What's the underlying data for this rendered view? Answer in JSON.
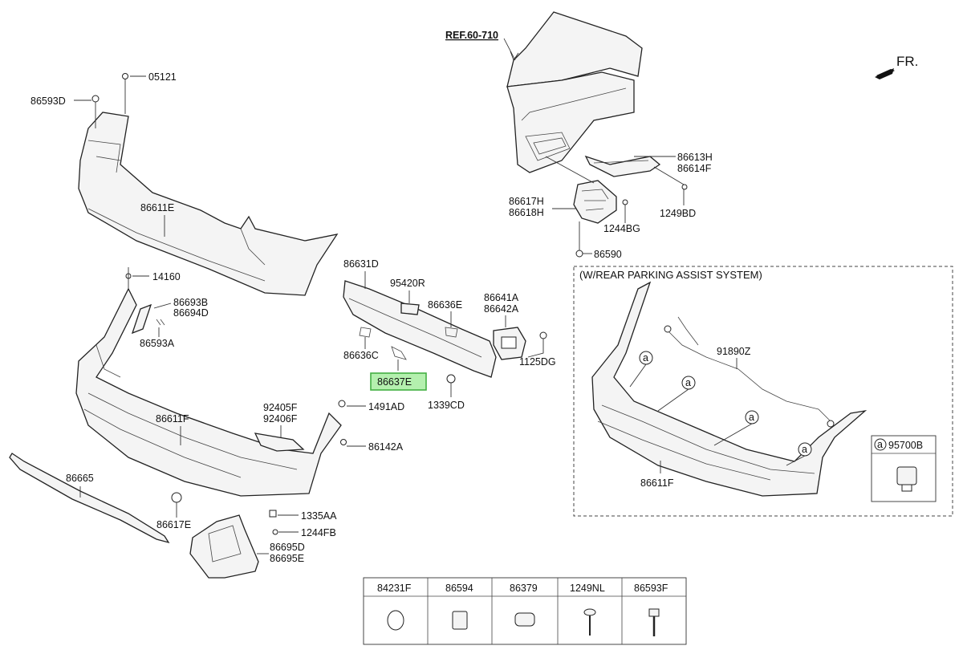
{
  "reference": "REF.60-710",
  "direction": "FR.",
  "callouts": {
    "c05121": "05121",
    "c86593D": "86593D",
    "c86611E": "86611E",
    "c14160": "14160",
    "c86693B": "86693B",
    "c86694D": "86694D",
    "c86593A": "86593A",
    "c86611F_main": "86611F",
    "c92405F": "92405F",
    "c92406F": "92406F",
    "c1491AD": "1491AD",
    "c86142A": "86142A",
    "c86665": "86665",
    "c86617E": "86617E",
    "c1335AA": "1335AA",
    "c1244FB": "1244FB",
    "c86695D": "86695D",
    "c86695E": "86695E",
    "c86631D": "86631D",
    "c95420R": "95420R",
    "c86636E": "86636E",
    "c86641A": "86641A",
    "c86642A": "86642A",
    "c86636C": "86636C",
    "c86637E": "86637E",
    "c1125DG": "1125DG",
    "c1339CD": "1339CD",
    "c86613H": "86613H",
    "c86614F": "86614F",
    "c86617H": "86617H",
    "c86618H": "86618H",
    "c1249BD": "1249BD",
    "c1244BG": "1244BG",
    "c86590": "86590",
    "c91890Z": "91890Z",
    "c86611F_pas": "86611F",
    "c95700B": "95700B",
    "marker": "a"
  },
  "section": {
    "title": "(W/REAR PARKING ASSIST SYSTEM)"
  },
  "highlight": "86637E",
  "legend": [
    "84231F",
    "86594",
    "86379",
    "1249NL",
    "86593F"
  ],
  "colors": {
    "highlight_fill": "#b4f0ae",
    "highlight_border": "#43b043",
    "line": "#222222"
  }
}
